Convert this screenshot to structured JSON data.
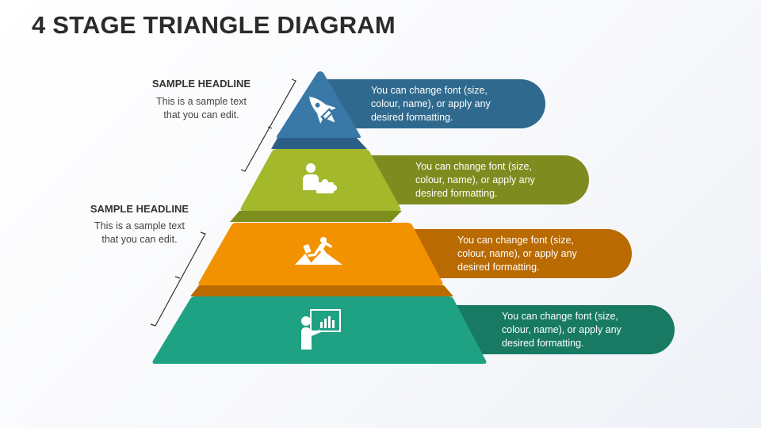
{
  "title": "4 STAGE TRIANGLE DIAGRAM",
  "annotations": [
    {
      "headline": "SAMPLE HEADLINE",
      "text_line1": "This is a sample text",
      "text_line2": "that you can edit."
    },
    {
      "headline": "SAMPLE HEADLINE",
      "text_line1": "This is a sample text",
      "text_line2": "that you can edit."
    }
  ],
  "stages": [
    {
      "icon": "rocket-icon",
      "color": "#3a78a8",
      "pill_color": "#2f6a8e",
      "line1": "You can change font (size,",
      "line2": "colour, name), or apply any",
      "line3": "desired formatting."
    },
    {
      "icon": "person-puzzle-icon",
      "color": "#a3b82a",
      "pill_color": "#7e8c1f",
      "line1": "You can change font (size,",
      "line2": "colour, name), or apply any",
      "line3": "desired formatting."
    },
    {
      "icon": "runner-mountain-icon",
      "color": "#f39200",
      "pill_color": "#b96a00",
      "line1": "You can change font (size,",
      "line2": "colour, name), or apply any",
      "line3": "desired formatting."
    },
    {
      "icon": "presenter-chart-icon",
      "color": "#1fa283",
      "pill_color": "#187a63",
      "line1": "You can change font (size,",
      "line2": "colour, name), or apply any",
      "line3": "desired formatting."
    }
  ]
}
